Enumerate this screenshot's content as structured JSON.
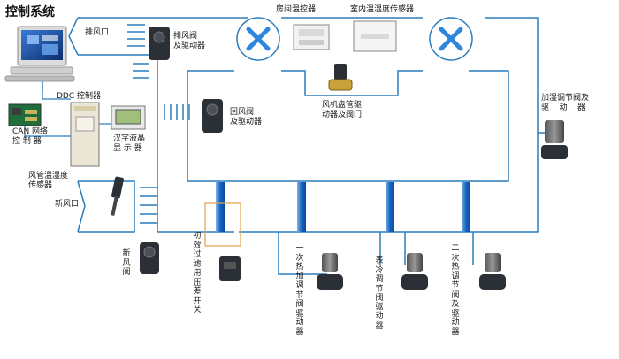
{
  "title": "控制系统",
  "labels": {
    "exhaust_outlet": "排风口",
    "exhaust_damper": "排风阀\n及驱动器",
    "room_thermostat": "房间温控器",
    "indoor_sensor": "室内温湿度传感器",
    "ddc_controller": "DDC 控制器",
    "can_controller": "CAN 网络\n控 制 器",
    "lcd_display": "汉字液晶\n显 示 器",
    "return_damper": "回风阀\n及驱动器",
    "fan_coil_valve": "风机盘管驱\n动器及阀门",
    "humidifier_valve": "加湿调节阀及\n驱    动    器",
    "duct_sensor": "风管温湿度\n传感器",
    "fresh_inlet": "新风口",
    "fresh_damper": "新\n风\n阀",
    "filter_switch": "初\n效\n过\n滤\n用\n压\n差\n开\n关",
    "primary_heat_valve": "一\n次\n热\n加\n调\n节\n阀\n驱\n动\n器",
    "cooling_valve": "表\n冷\n调\n节\n阀\n驱\n动\n器",
    "secondary_heat_valve": "二\n次\n热\n调\n节\n阀\n及\n驱\n动\n器"
  },
  "colors": {
    "line": "#2a7dbd",
    "coil_blue": "#1565c0",
    "fan_blue": "#2e86de",
    "dark_device": "#2b2f36",
    "filter_frame": "#e0a24a"
  }
}
